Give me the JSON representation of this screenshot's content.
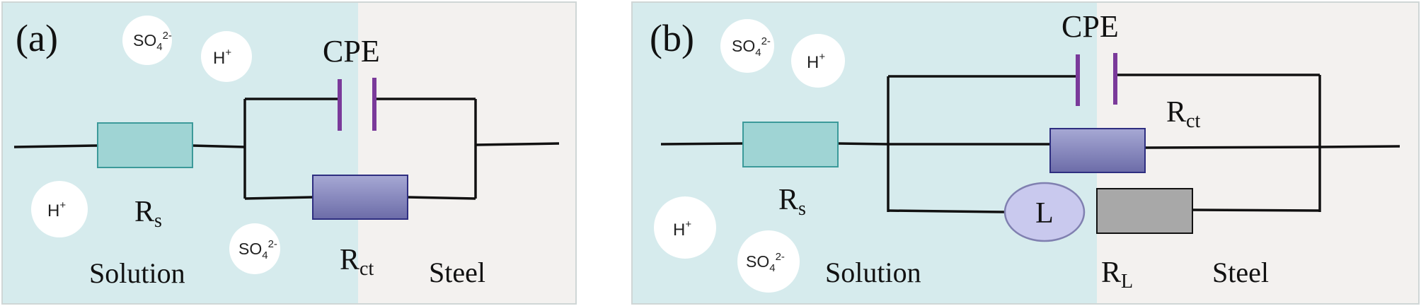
{
  "colors": {
    "solution": "#d6ebed",
    "steel": "#f3f1ef",
    "wire": "#111111",
    "rs_fill": "#9fd4d4",
    "rs_stroke": "#3c9a9a",
    "rct_fill_top": "#a6a8d4",
    "rct_fill_bottom": "#6c6ca8",
    "rct_stroke": "#2e2e80",
    "cpe_plate": "#7a3a9a",
    "inductor_fill": "#c9c9ee",
    "inductor_stroke": "#8080b0",
    "rl_fill": "#a8a8a8",
    "ion_fill": "#ffffff"
  },
  "panel_a": {
    "label": "(a)",
    "cpe": "CPE",
    "rs": {
      "main": "R",
      "sub": "s"
    },
    "rct": {
      "main": "R",
      "sub": "ct"
    },
    "solution": "Solution",
    "steel": "Steel",
    "ions": {
      "so4_top": {
        "base": "SO",
        "sub": "4",
        "sup": "2-"
      },
      "h_top": {
        "base": "H",
        "sup": "+"
      },
      "h_left": {
        "base": "H",
        "sup": "+"
      },
      "so4_bottom": {
        "base": "SO",
        "sub": "4",
        "sup": "2-"
      }
    }
  },
  "panel_b": {
    "label": "(b)",
    "cpe": "CPE",
    "rs": {
      "main": "R",
      "sub": "s"
    },
    "rct": {
      "main": "R",
      "sub": "ct"
    },
    "inductor": "L",
    "rl": {
      "main": "R",
      "sub": "L"
    },
    "solution": "Solution",
    "steel": "Steel",
    "ions": {
      "so4_top": {
        "base": "SO",
        "sub": "4",
        "sup": "2-"
      },
      "h_top": {
        "base": "H",
        "sup": "+"
      },
      "h_left": {
        "base": "H",
        "sup": "+"
      },
      "so4_bottom": {
        "base": "SO",
        "sub": "4",
        "sup": "2-"
      }
    }
  }
}
